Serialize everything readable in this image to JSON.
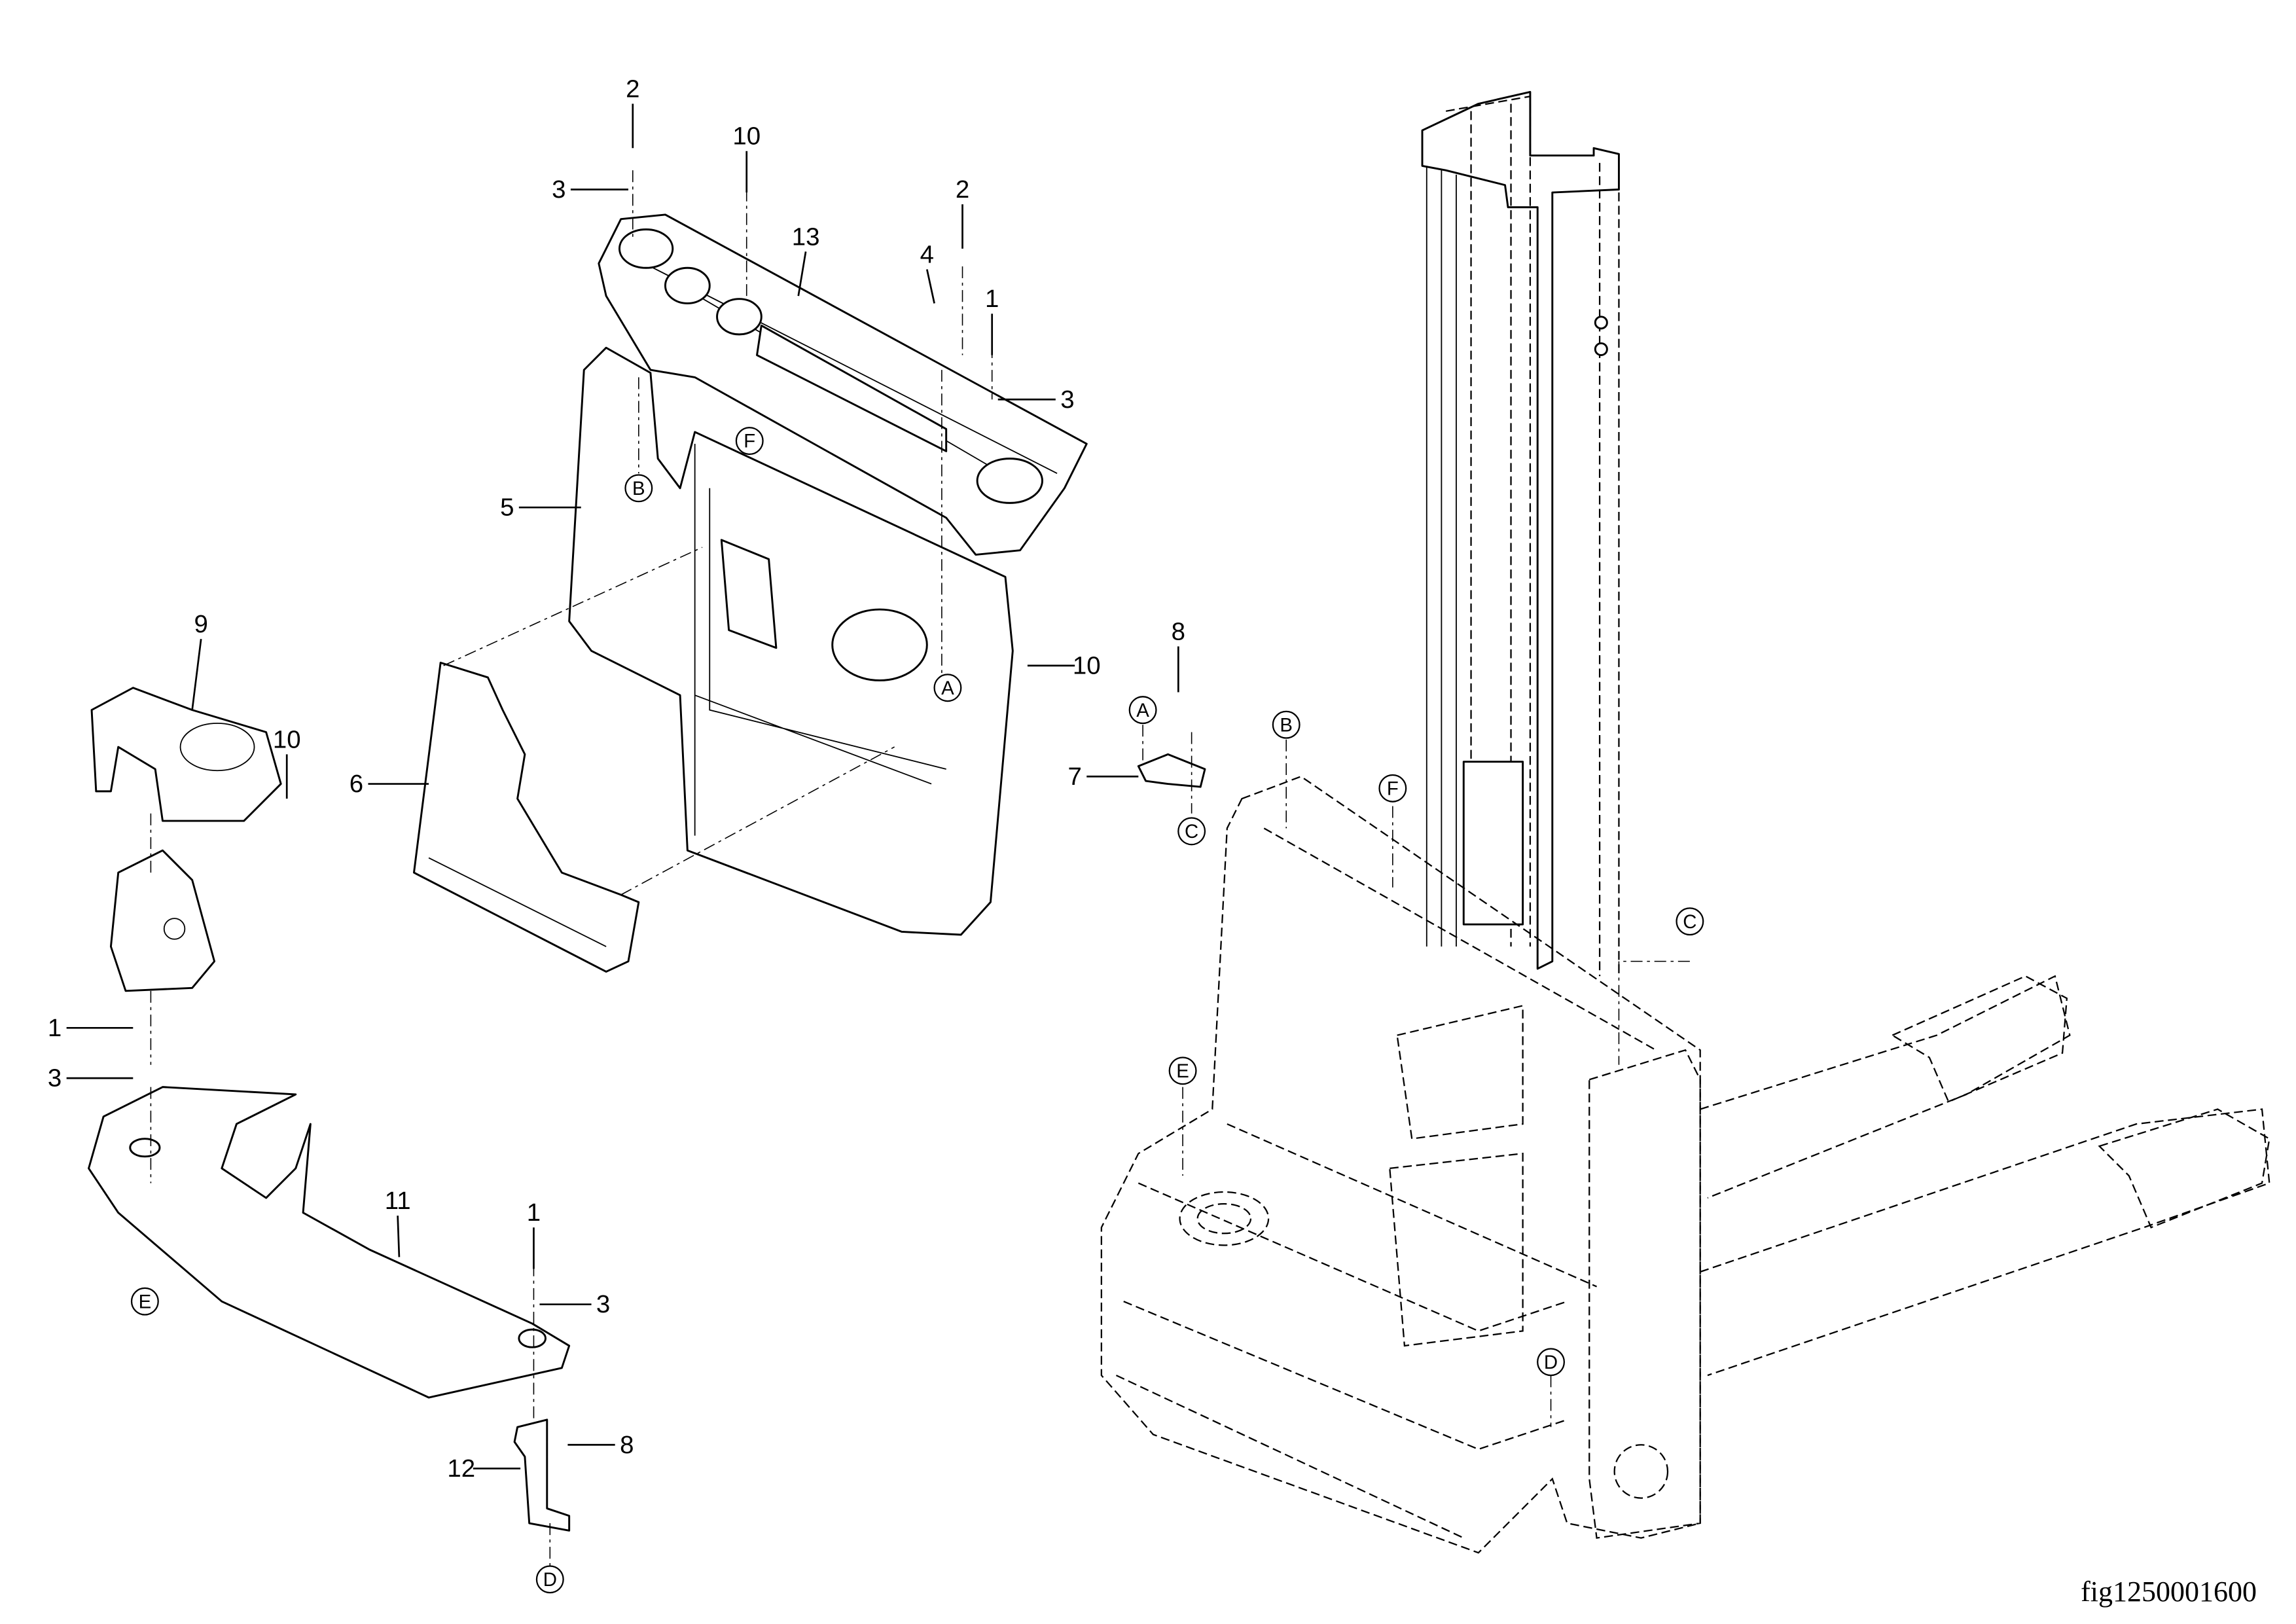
{
  "figure_id": "fig1250001600",
  "callouts": [
    {
      "text": "2",
      "kind": "number"
    },
    {
      "text": "3",
      "kind": "number"
    },
    {
      "text": "10",
      "kind": "number"
    },
    {
      "text": "13",
      "kind": "number"
    },
    {
      "text": "4",
      "kind": "number"
    },
    {
      "text": "2",
      "kind": "number"
    },
    {
      "text": "1",
      "kind": "number"
    },
    {
      "text": "3",
      "kind": "number"
    },
    {
      "text": "F",
      "kind": "letter"
    },
    {
      "text": "B",
      "kind": "letter"
    },
    {
      "text": "5",
      "kind": "number"
    },
    {
      "text": "9",
      "kind": "number"
    },
    {
      "text": "10",
      "kind": "number"
    },
    {
      "text": "6",
      "kind": "number"
    },
    {
      "text": "A",
      "kind": "letter"
    },
    {
      "text": "10",
      "kind": "number"
    },
    {
      "text": "8",
      "kind": "number"
    },
    {
      "text": "A",
      "kind": "letter"
    },
    {
      "text": "7",
      "kind": "number"
    },
    {
      "text": "C",
      "kind": "letter"
    },
    {
      "text": "B",
      "kind": "letter"
    },
    {
      "text": "F",
      "kind": "letter"
    },
    {
      "text": "C",
      "kind": "letter"
    },
    {
      "text": "E",
      "kind": "letter"
    },
    {
      "text": "1",
      "kind": "number"
    },
    {
      "text": "3",
      "kind": "number"
    },
    {
      "text": "11",
      "kind": "number"
    },
    {
      "text": "1",
      "kind": "number"
    },
    {
      "text": "3",
      "kind": "number"
    },
    {
      "text": "E",
      "kind": "letter"
    },
    {
      "text": "12",
      "kind": "number"
    },
    {
      "text": "8",
      "kind": "number"
    },
    {
      "text": "D",
      "kind": "letter"
    },
    {
      "text": "D",
      "kind": "letter"
    }
  ]
}
